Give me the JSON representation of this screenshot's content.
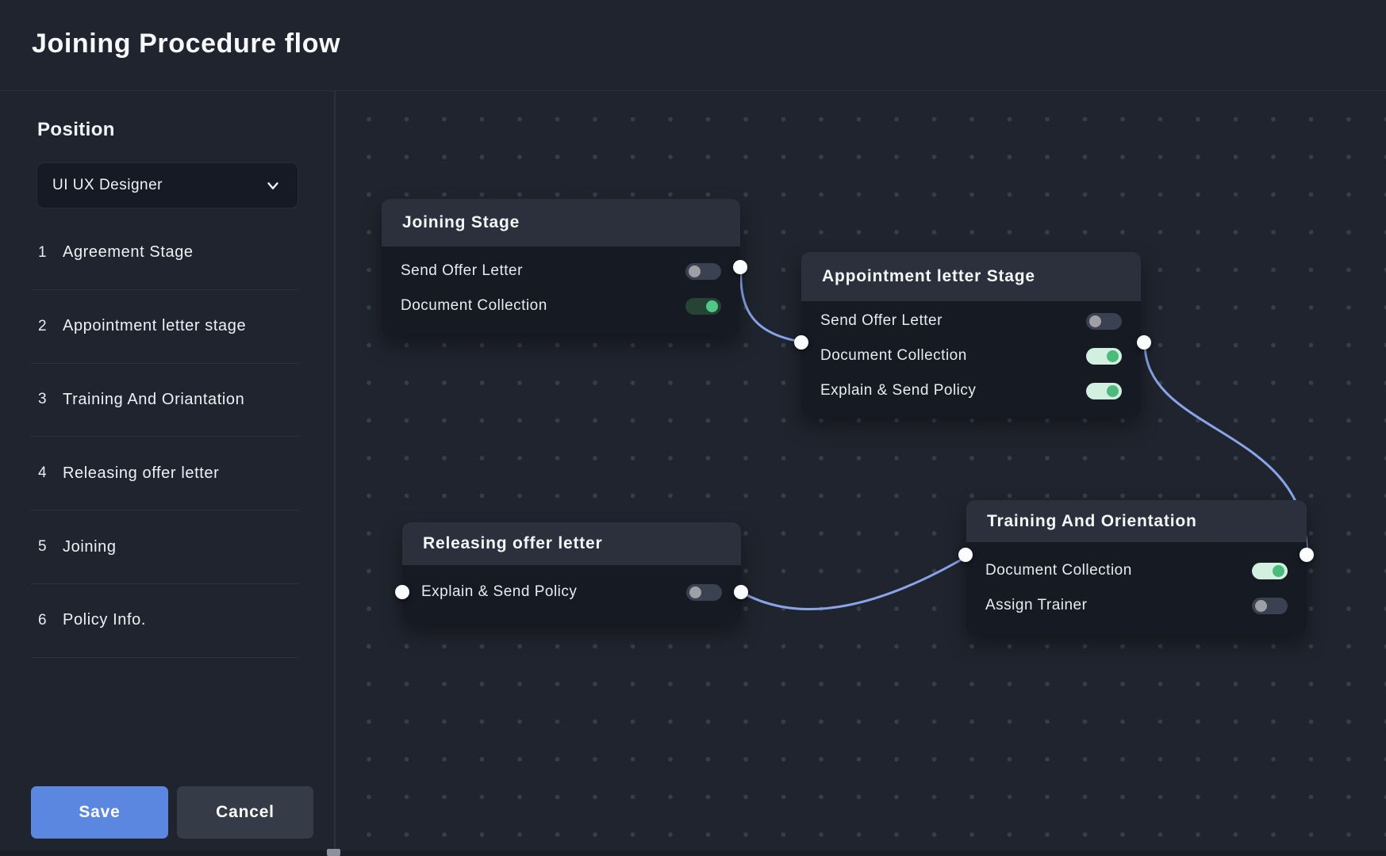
{
  "window": {
    "title": "Joining Procedure flow"
  },
  "sidebar": {
    "position_label": "Position",
    "position_dropdown": {
      "value": "UI UX Designer"
    },
    "stages": [
      {
        "num": "1",
        "label": "Agreement Stage"
      },
      {
        "num": "2",
        "label": "Appointment letter stage"
      },
      {
        "num": "3",
        "label": "Training And Oriantation"
      },
      {
        "num": "4",
        "label": "Releasing offer letter"
      },
      {
        "num": "5",
        "label": "Joining"
      },
      {
        "num": "6",
        "label": "Policy Info."
      }
    ],
    "actions": {
      "save": "Save",
      "cancel": "Cancel"
    }
  },
  "flow": {
    "nodes": [
      {
        "title": "Joining Stage",
        "rows": [
          {
            "label": "Send Offer Letter",
            "on": false
          },
          {
            "label": "Document Collection",
            "on": true
          }
        ]
      },
      {
        "title": "Appointment letter Stage",
        "rows": [
          {
            "label": "Send Offer Letter",
            "on": false
          },
          {
            "label": "Document Collection",
            "on": true
          },
          {
            "label": "Explain & Send Policy",
            "on": true
          }
        ]
      },
      {
        "title": "Releasing offer letter",
        "rows": [
          {
            "label": "Explain & Send Policy",
            "on": false
          }
        ]
      },
      {
        "title": "Training And Orientation",
        "rows": [
          {
            "label": "Document Collection",
            "on": true
          },
          {
            "label": "Assign Trainer",
            "on": false
          }
        ]
      }
    ]
  },
  "colors": {
    "background": "#20242e",
    "node_header": "#2b303c",
    "node_body": "#161a23",
    "accent_blue": "#5b87e0",
    "cancel_gray": "#353b47",
    "toggle_on_green": "#4cb97d",
    "toggle_on_dark_green": "#264436",
    "toggle_off_track": "#3a4150",
    "wire_blue": "#8aa4e8",
    "port_white": "#fbfcfd"
  }
}
